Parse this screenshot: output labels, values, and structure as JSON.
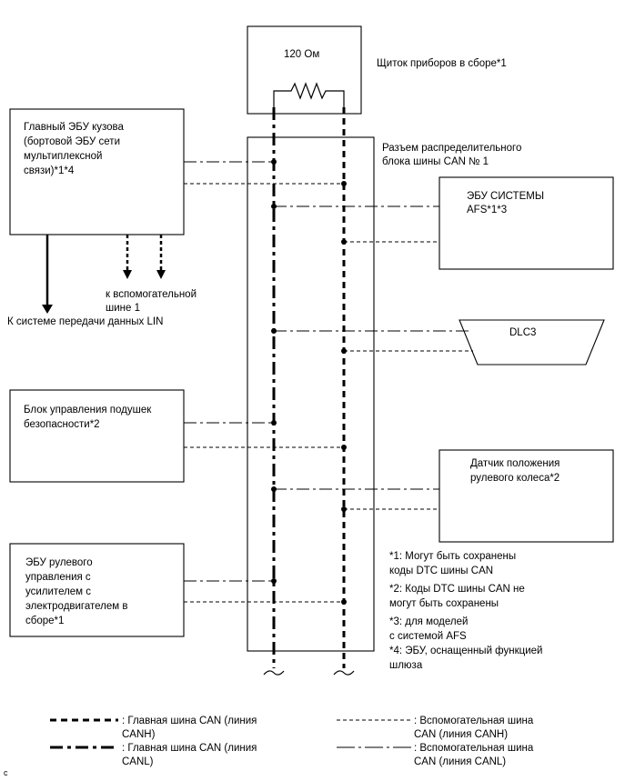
{
  "resistor_label": "120 Ом",
  "meter_label": "Щиток приборов в сборе*1",
  "junction_label": [
    "Разъем распределительного",
    "блока шины CAN № 1"
  ],
  "main_body_ecu": [
    "Главный ЭБУ кузова",
    "(бортовой ЭБУ сети",
    "мультиплексной",
    "связи)*1*4"
  ],
  "afs_ecu": [
    "ЭБУ СИСТЕМЫ",
    "AFS*1*3"
  ],
  "dlc3": "DLC3",
  "sub_bus_label": [
    "к вспомогательной",
    "шине 1"
  ],
  "lin_label": "К системе передачи данных LIN",
  "airbag": [
    "Блок управления подушек",
    "безопасности*2"
  ],
  "steering_sensor": [
    "Датчик положения",
    "рулевого колеса*2"
  ],
  "eps_ecu": [
    "ЭБУ рулевого",
    "управления с",
    "усилителем с",
    "электродвигателем в",
    "сборе*1"
  ],
  "notes": [
    "*1: Могут быть сохранены",
    "коды DTC шины CAN",
    "*2: Коды DTC шины CAN не",
    "могут быть сохранены",
    "*3: для моделей",
    "с системой AFS",
    "*4: ЭБУ, оснащенный функцией",
    "шлюза"
  ],
  "legend": {
    "canh_main": [
      ": Главная шина CAN (линия",
      "CANH)"
    ],
    "canl_main": [
      ": Главная шина CAN (линия",
      "CANL)"
    ],
    "canh_sub": [
      ": Вспомогательная шина",
      "CAN (линия CANH)"
    ],
    "canl_sub": [
      ": Вспомогательная шина",
      "CAN (линия CANL)"
    ]
  },
  "corner_mark": "c"
}
